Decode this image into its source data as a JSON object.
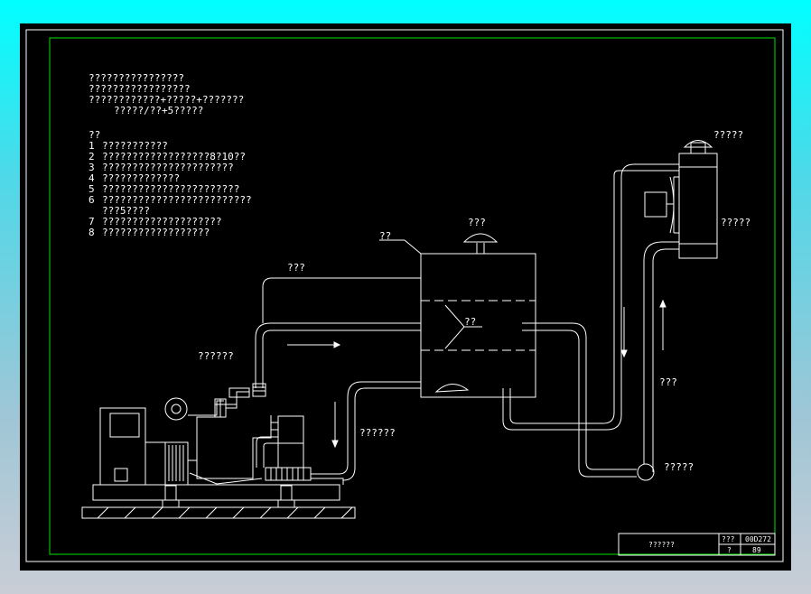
{
  "notes": {
    "header": [
      "????????????????",
      "?????????????????",
      "????????????+?????+???????",
      "?????/??+5?????"
    ],
    "title": "??",
    "items": [
      {
        "num": "1",
        "text": "???????????"
      },
      {
        "num": "2",
        "text": "??????????????????8?10??"
      },
      {
        "num": "3",
        "text": "??????????????????????"
      },
      {
        "num": "4",
        "text": "?????????????"
      },
      {
        "num": "5",
        "text": "???????????????????????"
      },
      {
        "num": "6",
        "text": "?????????????????????????"
      },
      {
        "num": "",
        "text": "???5????"
      },
      {
        "num": "7",
        "text": "????????????????????"
      },
      {
        "num": "8",
        "text": "??????????????????"
      }
    ]
  },
  "labels": {
    "tank_cap": "??",
    "tank_vent": "???",
    "return_pipe": "???",
    "baffle": "??",
    "exhaust": "??????",
    "outlet_pipe": "??????",
    "radiator_cap": "?????",
    "radiator": "?????",
    "supply_pipe": "???",
    "pump": "?????"
  },
  "title_block": {
    "name": "??????",
    "col1_header": "???",
    "col1_value": "?",
    "code": "00D272",
    "number": "89"
  }
}
